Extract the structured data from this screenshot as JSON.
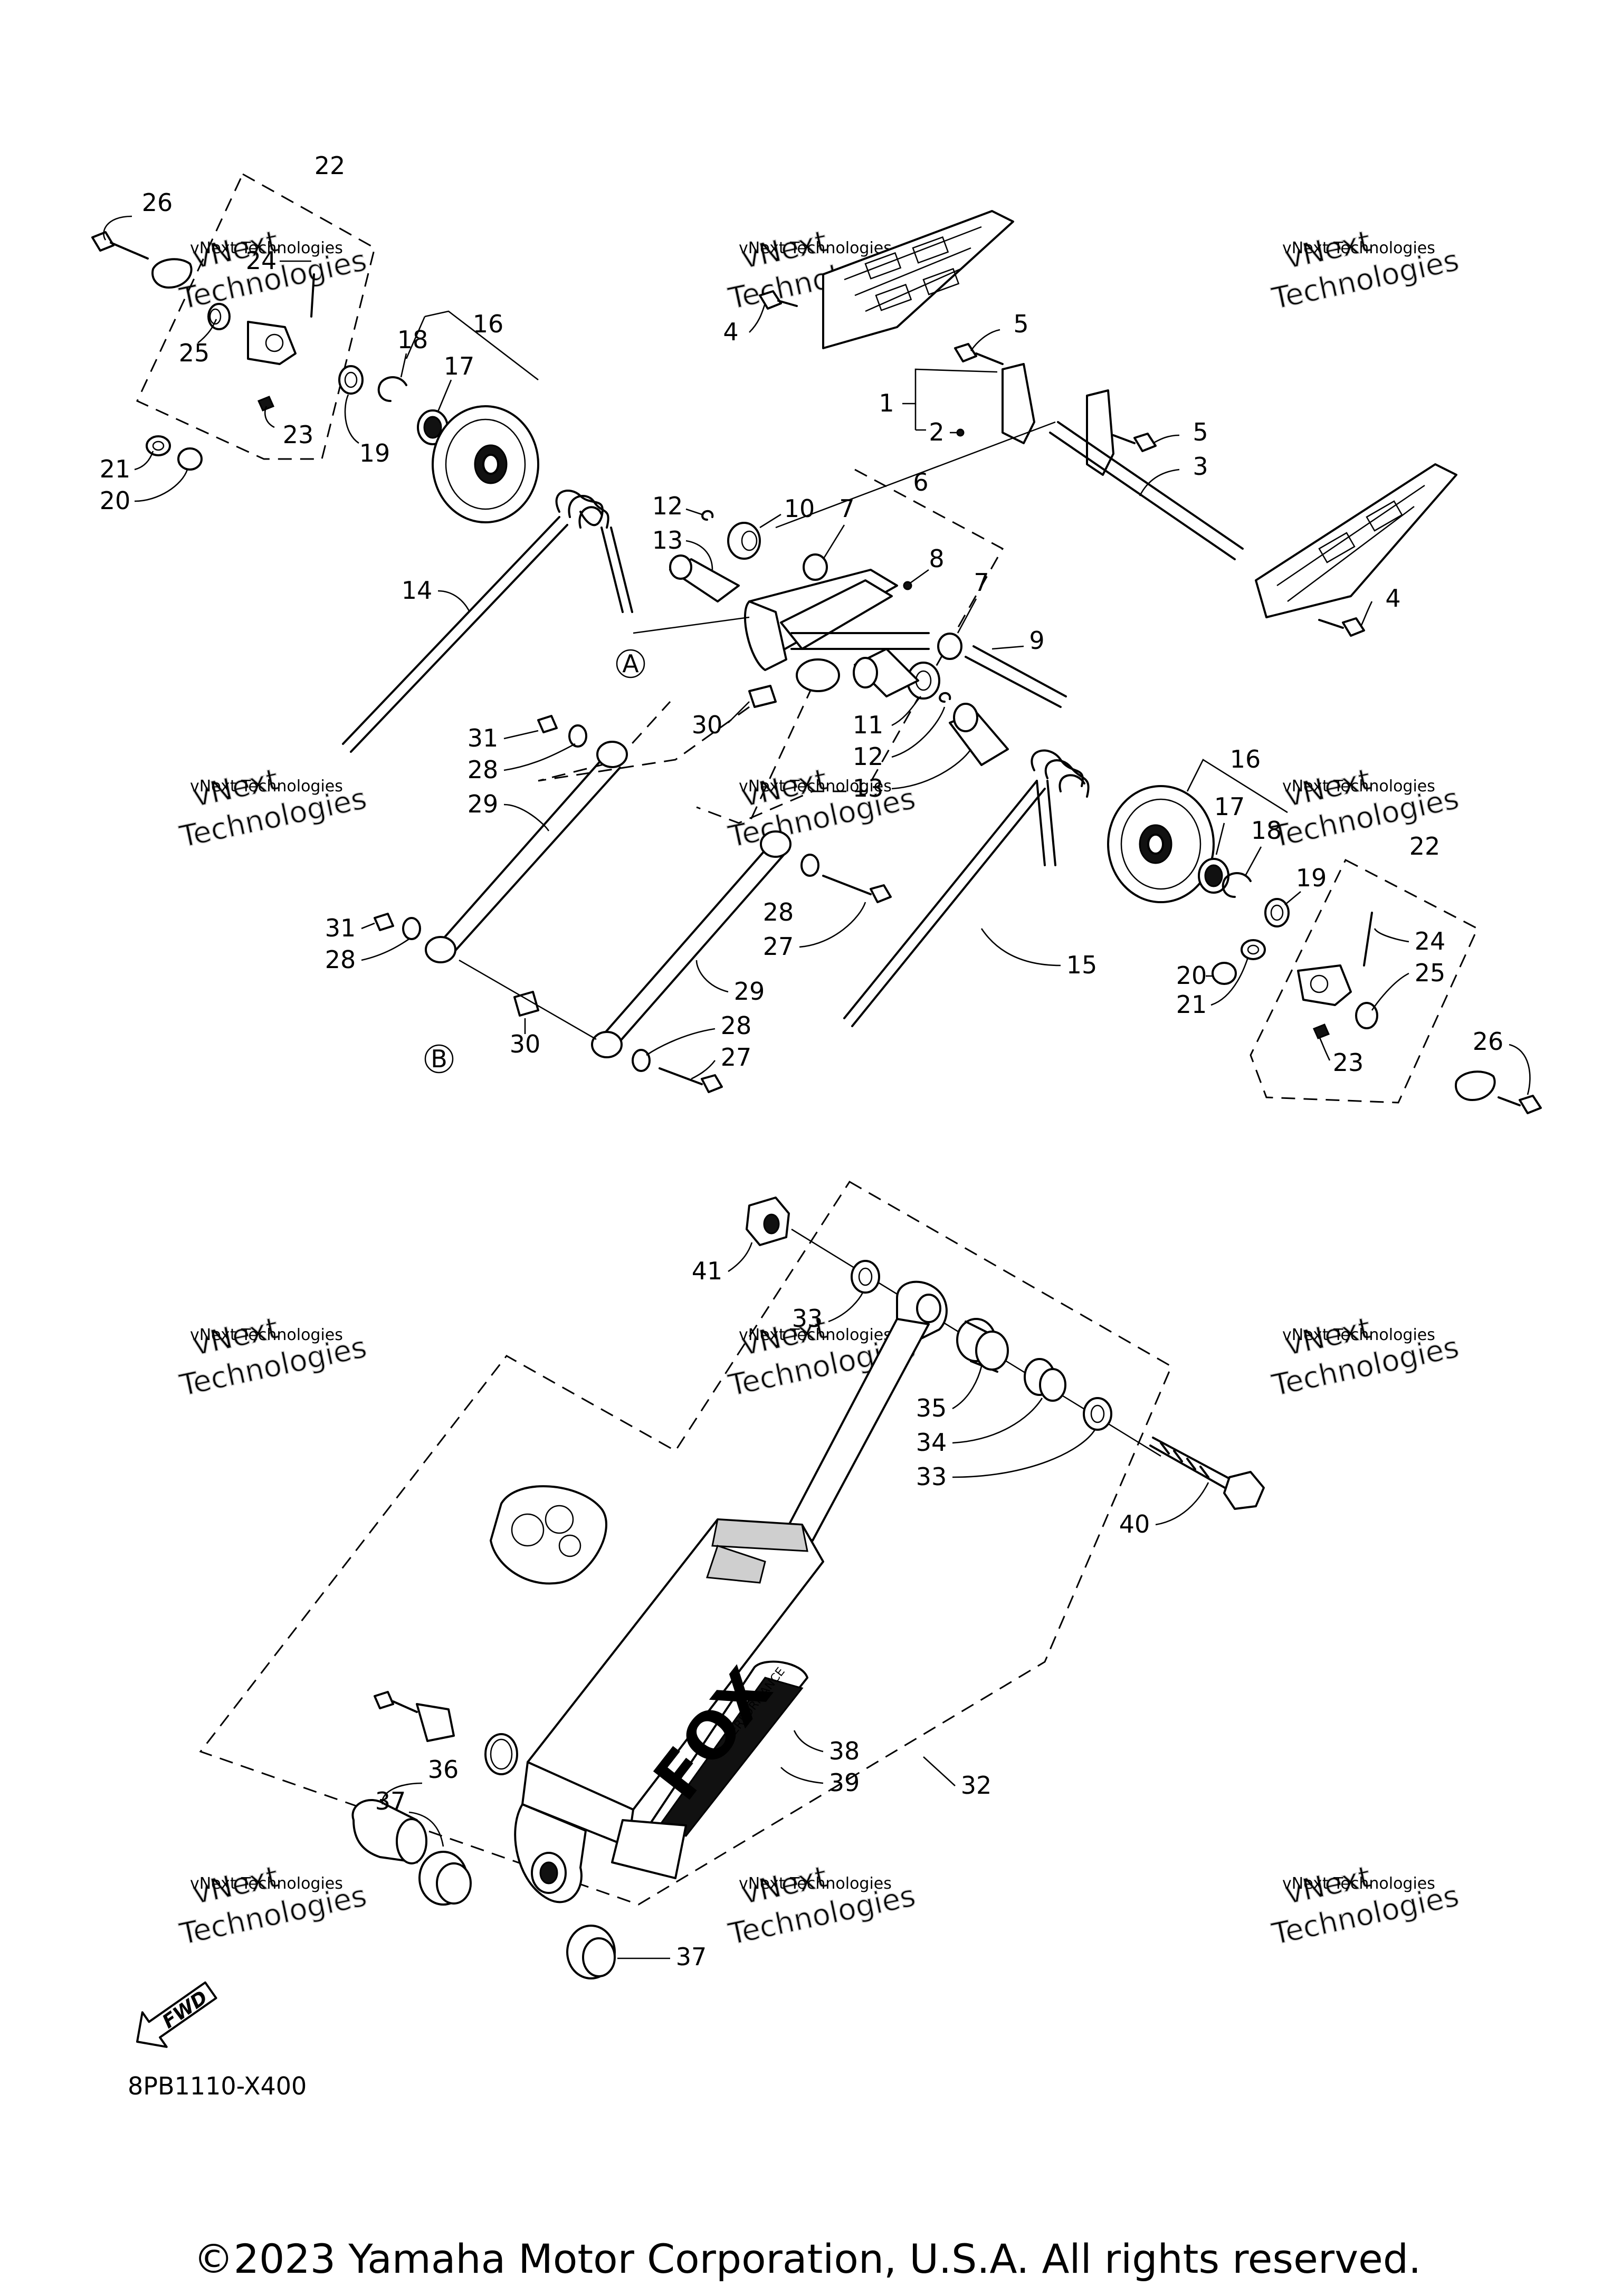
{
  "diagram_code": "8PB1110-X400",
  "copyright": "©2023 Yamaha Motor Corporation, U.S.A. All rights reserved.",
  "fwd_label": "FWD",
  "watermark": {
    "line1": "vNext Technologies",
    "line2a": "vNext",
    "line2b": "Technologies"
  },
  "reference_markers": [
    "A",
    "B"
  ],
  "part_numbers": [
    "1",
    "2",
    "3",
    "4",
    "5",
    "6",
    "7",
    "8",
    "9",
    "10",
    "11",
    "12",
    "13",
    "14",
    "15",
    "16",
    "17",
    "18",
    "19",
    "20",
    "21",
    "22",
    "23",
    "24",
    "25",
    "26",
    "27",
    "28",
    "29",
    "30",
    "31",
    "32",
    "33",
    "34",
    "35",
    "36",
    "37",
    "38",
    "39",
    "40",
    "41"
  ],
  "shock_labels": {
    "brand": "FOX",
    "sticker": "PERFORMANCE"
  }
}
